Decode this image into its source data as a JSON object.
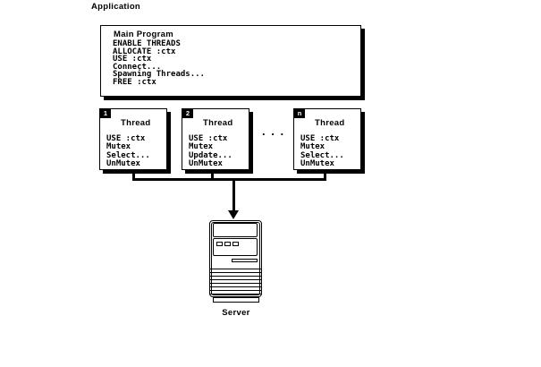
{
  "colors": {
    "ink": "#000000",
    "paper": "#ffffff"
  },
  "application": {
    "label": "Application"
  },
  "main_program": {
    "title": "Main Program",
    "code": "ENABLE THREADS\nALLOCATE :ctx\nUSE :ctx\nConnect...\nSpawning Threads...\nFREE :ctx"
  },
  "threads": [
    {
      "badge": "1",
      "label": "Thread",
      "code": "USE :ctx\nMutex\nSelect...\nUnMutex"
    },
    {
      "badge": "2",
      "label": "Thread",
      "code": "USE :ctx\nMutex\nUpdate...\nUnMutex"
    },
    {
      "badge": "n",
      "label": "Thread",
      "code": "USE :ctx\nMutex\nSelect...\nUnMutex"
    }
  ],
  "ellipsis": ". . .",
  "server": {
    "label": "Server"
  }
}
